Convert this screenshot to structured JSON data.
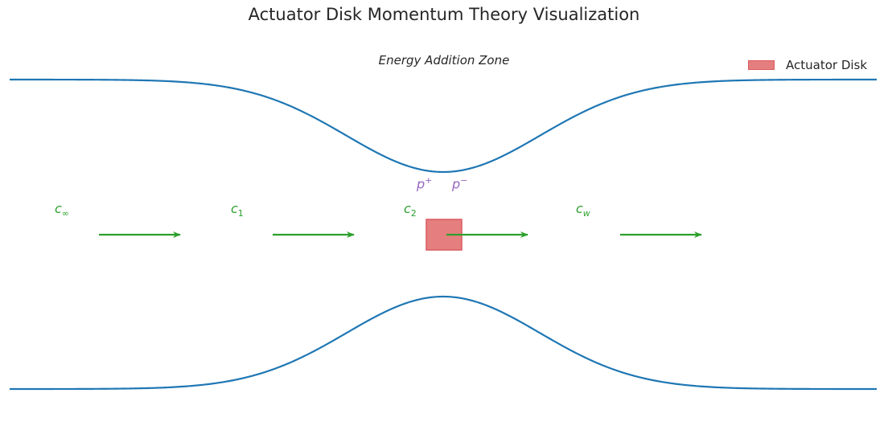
{
  "title": "Actuator Disk Momentum Theory Visualization",
  "zone_label": "Energy Addition Zone",
  "legend": {
    "label": "Actuator Disk"
  },
  "colors": {
    "streamtube": "#1f77b4",
    "arrow": "#2ca02c",
    "disk_fill": "#e57f7f",
    "disk_edge": "#d9595d",
    "pressure": "#9467bd"
  },
  "velocities": [
    {
      "symbol": "c",
      "sub": "∞"
    },
    {
      "symbol": "c",
      "sub": "1"
    },
    {
      "symbol": "c",
      "sub": "2"
    },
    {
      "symbol": "c",
      "sub": "w"
    }
  ],
  "pressures": [
    {
      "symbol": "p",
      "sup": "+"
    },
    {
      "symbol": "p",
      "sup": "−"
    }
  ]
}
